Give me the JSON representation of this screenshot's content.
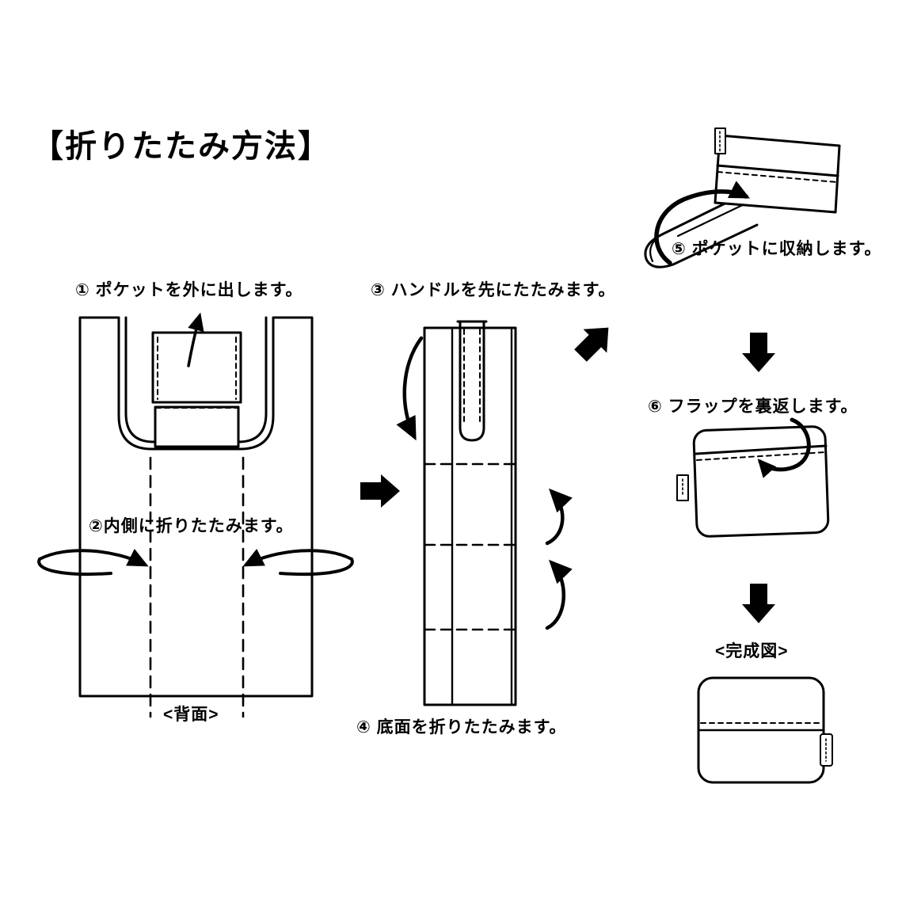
{
  "title": "【折りたたみ方法】",
  "steps": {
    "step1": "① ポケットを外に出します。",
    "step2": "②内側に折りたたみます。",
    "step3": "③ ハンドルを先にたたみます。",
    "step4": "④ 底面を折りたたみます。",
    "step5": "⑤ ポケットに収納します。",
    "step6": "⑥ フラップを裏返します。"
  },
  "labels": {
    "back_view": "<背面>",
    "finished_view": "<完成図>"
  },
  "colors": {
    "ink": "#000000",
    "background": "#ffffff"
  }
}
